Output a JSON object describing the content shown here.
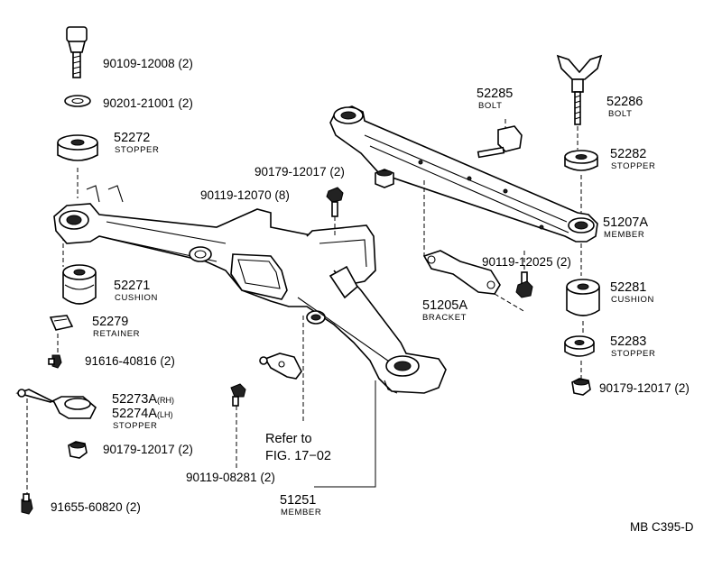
{
  "labels": {
    "p1_num": "90109-12008",
    "p1_qty": "(2)",
    "p2_num": "90201-21001",
    "p2_qty": "(2)",
    "p3_num": "52272",
    "p3_name": "STOPPER",
    "p4_num": "52271",
    "p4_name": "CUSHION",
    "p5_num": "52279",
    "p5_name": "RETAINER",
    "p6_num": "91616-40816",
    "p6_qty": "(2)",
    "p7_num_rh": "52273A",
    "p7_rh": "(RH)",
    "p7_num_lh": "52274A",
    "p7_lh": "(LH)",
    "p7_name": "STOPPER",
    "p8_num": "90179-12017",
    "p8_qty": "(2)",
    "p9_num": "91655-60820",
    "p9_qty": "(2)",
    "p10_num": "90179-12017",
    "p10_qty": "(2)",
    "p11_num": "90119-12070",
    "p11_qty": "(8)",
    "p12_num": "52285",
    "p12_name": "BOLT",
    "p13_num": "52286",
    "p13_name": "BOLT",
    "p14_num": "52282",
    "p14_name": "STOPPER",
    "p15_num": "51207A",
    "p15_name": "MEMBER",
    "p16_num": "90119-12025",
    "p16_qty": "(2)",
    "p17_num": "51205A",
    "p17_name": "BRACKET",
    "p18_num": "52281",
    "p18_name": "CUSHION",
    "p19_num": "52283",
    "p19_name": "STOPPER",
    "p20_num": "90179-12017",
    "p20_qty": "(2)",
    "ref_line1": "Refer to",
    "ref_line2": "FIG. 17−02",
    "p21_num": "90119-08281",
    "p21_qty": "(2)",
    "p22_num": "51251",
    "p22_name": "MEMBER",
    "code": "MB C395-D"
  }
}
